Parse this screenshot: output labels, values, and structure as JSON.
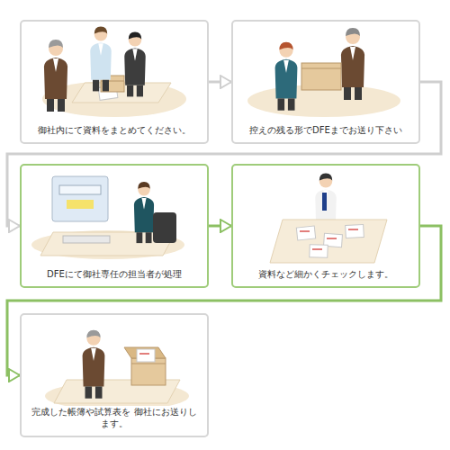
{
  "diagram": {
    "nodes": [
      {
        "text": [
          "御社内にて資料をまとめてください。"
        ]
      },
      {
        "text": [
          "控えの残る形でDFEまでお送り下さい"
        ]
      },
      {
        "text": [
          "DFEにて御社専任の担当者が処理"
        ]
      },
      {
        "text": [
          "資料など細かくチェックします。"
        ]
      },
      {
        "text": [
          "完成した帳簿や試算表を 御社にお送りします。"
        ]
      }
    ],
    "edges": [
      {
        "from": 0,
        "to": 1,
        "arrow": "to"
      },
      {
        "from": 1,
        "to": 2,
        "arrow": "to"
      },
      {
        "from": 2,
        "to": 3,
        "arrow": "to"
      },
      {
        "from": 3,
        "to": 4,
        "arrow": "to"
      }
    ]
  }
}
